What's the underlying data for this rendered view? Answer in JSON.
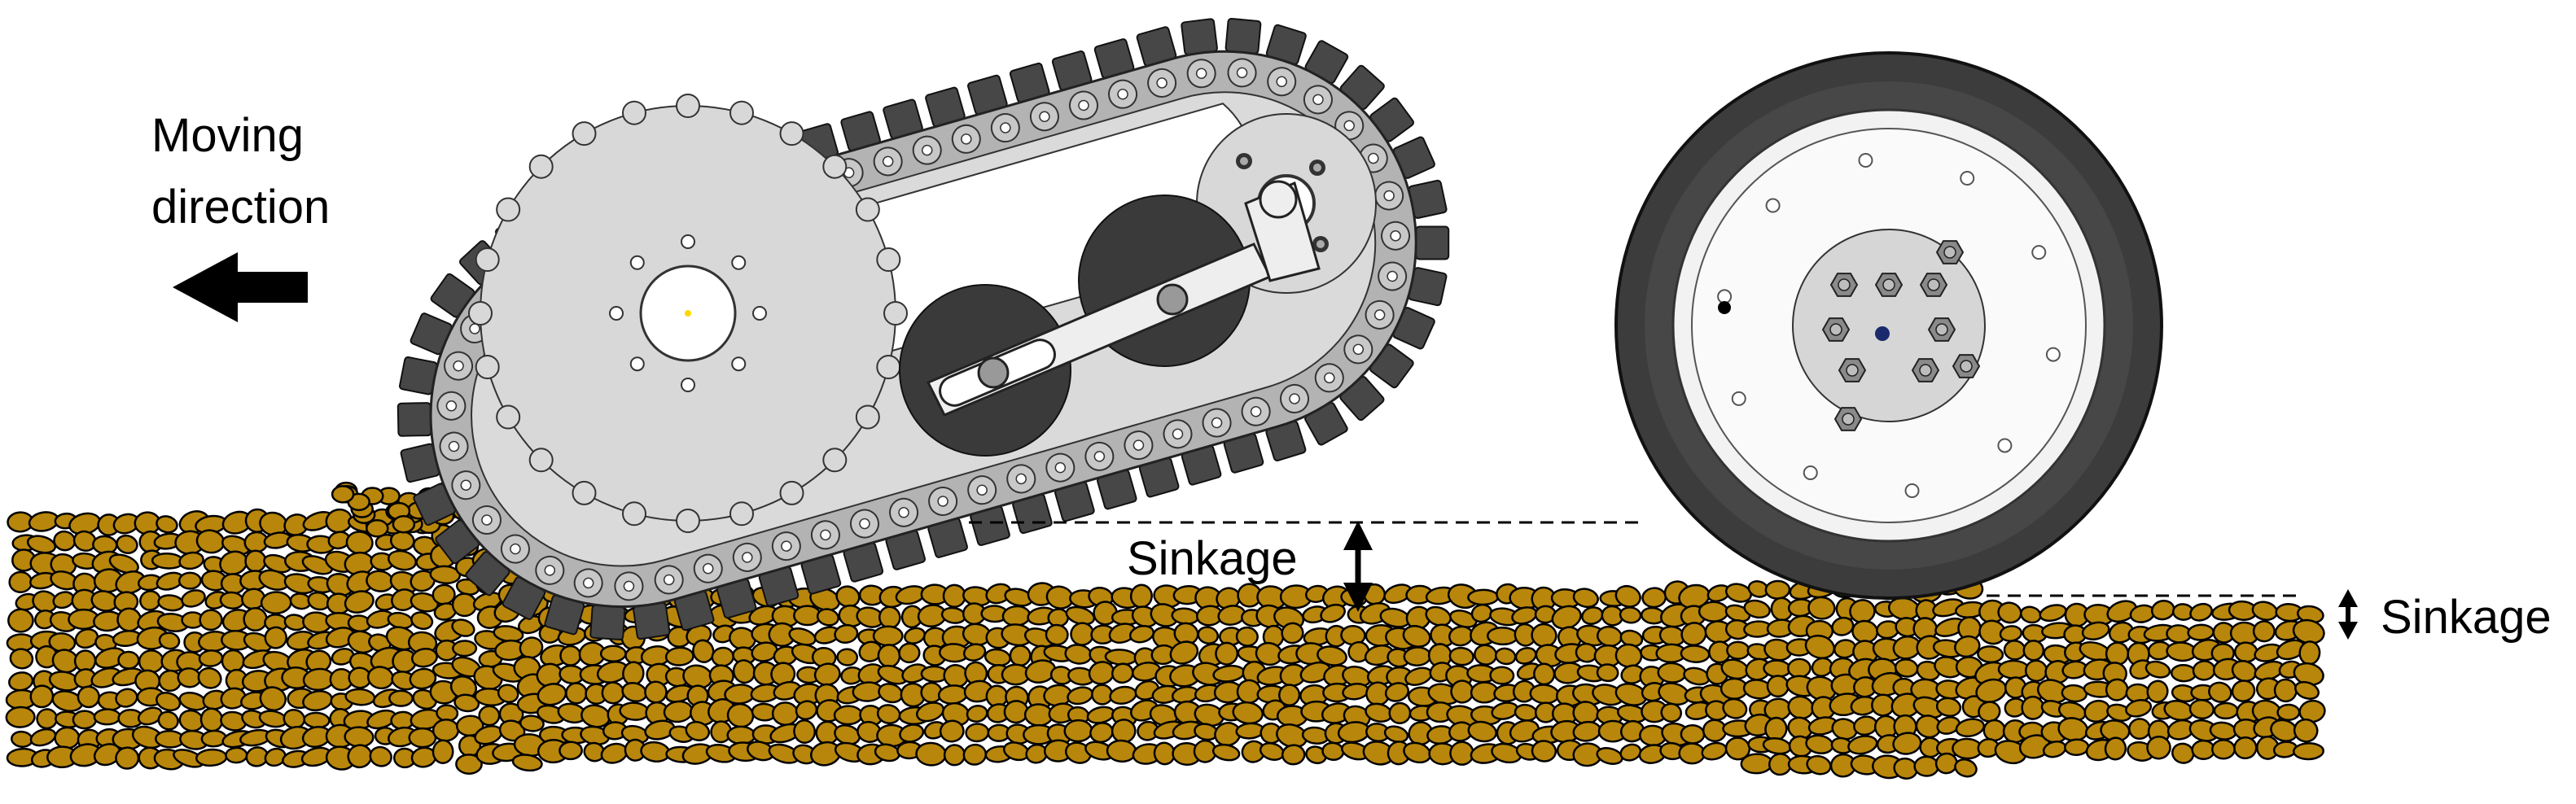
{
  "labels": {
    "moving_direction_line1": "Moving",
    "moving_direction_line2": "direction",
    "sinkage_track": "Sinkage",
    "sinkage_wheel": "Sinkage"
  },
  "colors": {
    "soil": "#B8860B",
    "soil_outline": "#000000",
    "track_grouser": "#474747",
    "chain": "#A6A6A6",
    "plate": "#D9D9D9",
    "roller": "#3A3A3A",
    "arm": "#E6E6E6",
    "tire": "#3C3C3C",
    "rim": "#F2F2F2",
    "hub": "#D6D6D6",
    "arrow": "#000000"
  },
  "icons": {
    "direction_arrow": "arrow-left-icon",
    "sinkage_arrow": "double-arrow-vertical-icon"
  }
}
